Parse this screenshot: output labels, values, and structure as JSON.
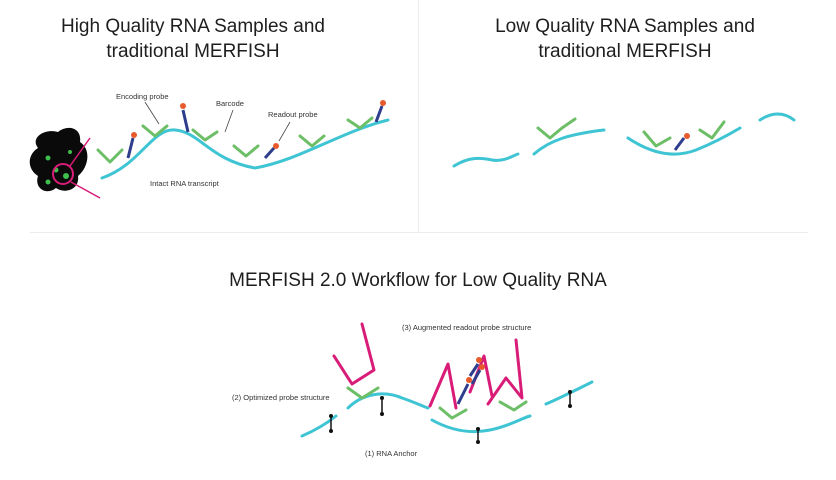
{
  "panels": {
    "high_quality": {
      "title_line1": "High Quality RNA Samples and",
      "title_line2": "traditional MERFISH",
      "labels": {
        "encoding_probe": "Encoding probe",
        "barcode": "Barcode",
        "readout_probe": "Readout probe",
        "transcript": "Intact RNA transcript"
      }
    },
    "low_quality": {
      "title_line1": "Low Quality RNA Samples and",
      "title_line2": "traditional MERFISH"
    },
    "merfish2": {
      "title": "MERFISH 2.0 Workflow for Low Quality RNA",
      "labels": {
        "augmented": "(3) Augmented readout probe structure",
        "optimized": "(2) Optimized probe structure",
        "anchor": "(1) RNA Anchor"
      }
    }
  },
  "colors": {
    "rna": "#3ec4d3",
    "probe": "#6dbf67",
    "readout": "#e85a2c",
    "readout_stem": "#2f3e8c",
    "augmented": "#d81c78",
    "anchor": "#111111",
    "cell": "#0a0a0a"
  }
}
